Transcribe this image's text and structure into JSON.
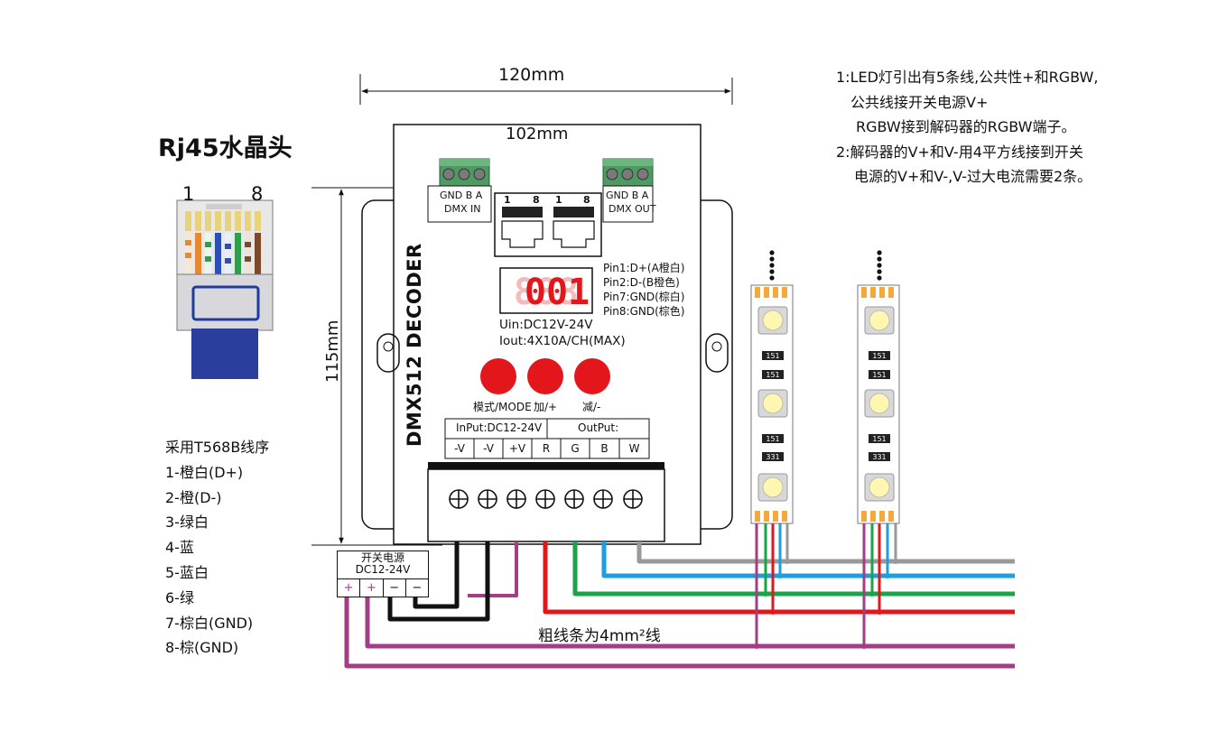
{
  "rj45": {
    "title": "Rj45水晶头",
    "pin_left": "1",
    "pin_right": "8"
  },
  "dimensions": {
    "width_outer": "120mm",
    "width_inner": "102mm",
    "height": "115mm"
  },
  "notes": [
    "1:LED灯引出有5条线,公共性+和RGBW,",
    "公共线接开关电源V+",
    "RGBW接到解码器的RGBW端子。",
    "2:解码器的V+和V-用4平方线接到开关",
    "电源的V+和V-,V-过大电流需要2条。"
  ],
  "wiring_sequence": {
    "title": "采用T568B线序",
    "items": [
      "1-橙白(D+)",
      "2-橙(D-)",
      "3-绿白",
      "4-蓝",
      "5-蓝白",
      "6-绿",
      "7-棕白(GND)",
      "8-棕(GND)"
    ]
  },
  "decoder": {
    "name": "DMX512 DECODER",
    "dmx_in_top": "GND B  A",
    "dmx_in_bottom": "DMX IN",
    "dmx_out_top": "GND B  A",
    "dmx_out_bottom": "DMX OUT",
    "port1_left": "1",
    "port1_right": "8",
    "port2_left": "1",
    "port2_right": "8",
    "display_value": "001",
    "pins": [
      "Pin1:D+(A橙白)",
      "Pin2:D-(B橙色)",
      "Pin7:GND(棕白)",
      "Pin8:GND(棕色)"
    ],
    "uin": "Uin:DC12V-24V",
    "iout": "Iout:4X10A/CH(MAX)",
    "buttons": [
      {
        "label": "模式/MODE"
      },
      {
        "label": "加/+"
      },
      {
        "label": "减/-"
      }
    ],
    "input_header": "InPut:DC12-24V",
    "output_header": "OutPut:",
    "terminals": [
      "-V",
      "-V",
      "+V",
      "R",
      "G",
      "B",
      "W"
    ]
  },
  "power_supply": {
    "title": "开关电源",
    "voltage": "DC12-24V",
    "terminals": [
      "+",
      "+",
      "−",
      "−"
    ]
  },
  "strip": {
    "label_151": "151",
    "label_331": "331"
  },
  "wire_label": "粗线条为4mm²线",
  "colors": {
    "wire_gray": "#999999",
    "wire_blue": "#1e9ee0",
    "wire_green": "#1aa34a",
    "wire_red": "#e3161b",
    "wire_purple": "#a33d86",
    "button_red": "#e3161b",
    "terminal_green": "#4f9a63",
    "strip_orange": "#f3a93b"
  }
}
